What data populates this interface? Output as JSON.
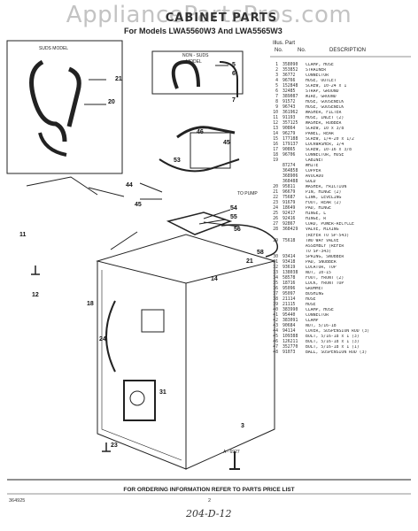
{
  "watermark": "AppliancePartsPros.com",
  "title": "CABINET PARTS",
  "models": "For Models LWA5560W3 And LWA5565W3",
  "headers": {
    "illus": "Illus. Part",
    "no": "No.",
    "no2": "No.",
    "desc": "DESCRIPTION"
  },
  "diagram_labels": {
    "suds_model": "SUDS MODEL",
    "non_suds": "NON - SUDS",
    "model": "MODEL",
    "to_pump": "TO PUMP",
    "drawing_no": "A - 6927"
  },
  "parts": [
    {
      "n": "1",
      "p": "358090",
      "d": "CLAMP, HOSE"
    },
    {
      "n": "2",
      "p": "353852",
      "d": "STRAINER"
    },
    {
      "n": "3",
      "p": "36772",
      "d": "CONNECTOR"
    },
    {
      "n": "4",
      "p": "96766",
      "d": "HOSE, OUTLET"
    },
    {
      "n": "5",
      "p": "152848",
      "d": "SCREW, 10-24 x 1"
    },
    {
      "n": "6",
      "p": "32485",
      "d": "STRAP, GROUND"
    },
    {
      "n": "7",
      "p": "389087",
      "d": "WIRE, GROUND"
    },
    {
      "n": "8",
      "p": "91572",
      "d": "HOSE, GOOSENECK"
    },
    {
      "n": "9",
      "p": "96743",
      "d": "HOSE, GOOSENECK"
    },
    {
      "n": "10",
      "p": "361962",
      "d": "WASHER, FILTER"
    },
    {
      "n": "11",
      "p": "91193",
      "d": "HOSE, INLET (2)"
    },
    {
      "n": "12",
      "p": "357125",
      "d": "WASHER, RUBBER"
    },
    {
      "n": "13",
      "p": "90864",
      "d": "SCREW, 10 x 3/8"
    },
    {
      "n": "14",
      "p": "96279",
      "d": "PANEL, REAR"
    },
    {
      "n": "15",
      "p": "177188",
      "d": "SCREW, 1/4-20 x 1/2"
    },
    {
      "n": "16",
      "p": "179137",
      "d": "LOCKWASHER, 1/4"
    },
    {
      "n": "17",
      "p": "90865",
      "d": "SCREW, 10-16 x 3/8"
    },
    {
      "n": "18",
      "p": "96706",
      "d": "CONNECTOR, HOSE"
    },
    {
      "n": "19",
      "p": "",
      "d": "CABINET"
    },
    {
      "n": "",
      "p": "87274",
      "d": "WHITE"
    },
    {
      "n": "",
      "p": "364858",
      "d": "COPPER"
    },
    {
      "n": "",
      "p": "368906",
      "d": "AVOCADO"
    },
    {
      "n": "",
      "p": "368488",
      "d": "GOLD"
    },
    {
      "n": "20",
      "p": "95811",
      "d": "WASHER, FRICTION"
    },
    {
      "n": "21",
      "p": "96679",
      "d": "PIN, HINGE (2)"
    },
    {
      "n": "22",
      "p": "75687",
      "d": "LINK, LEVELING"
    },
    {
      "n": "23",
      "p": "91679",
      "d": "FOOT, REAR (2)"
    },
    {
      "n": "24",
      "p": "18649",
      "d": "PAD, HINGE"
    },
    {
      "n": "25",
      "p": "92417",
      "d": "HINGE, L"
    },
    {
      "n": "26",
      "p": "92416",
      "d": "HINGE, R"
    },
    {
      "n": "27",
      "p": "92867",
      "d": "CORD, POWER-RECYCLE"
    },
    {
      "n": "28",
      "p": "368429",
      "d": "VALVE, MIXING"
    },
    {
      "n": "",
      "p": "",
      "d": "(REFER TO SP-543)"
    },
    {
      "n": "29",
      "p": "75618",
      "d": "TWO WAY VALVE"
    },
    {
      "n": "",
      "p": "",
      "d": "ASSEMBLY (REFER"
    },
    {
      "n": "",
      "p": "",
      "d": "TO SP-343)"
    },
    {
      "n": "30",
      "p": "93414",
      "d": "SPRING, SNUBBER"
    },
    {
      "n": "31",
      "p": "93418",
      "d": "PAD, SNUBBER"
    },
    {
      "n": "32",
      "p": "93619",
      "d": "LOCATOR, TOP"
    },
    {
      "n": "33",
      "p": "138038",
      "d": "NUT, 10-15"
    },
    {
      "n": "34",
      "p": "58578",
      "d": "FOOT, FRONT (2)"
    },
    {
      "n": "35",
      "p": "18716",
      "d": "LOCK, FRONT TOP"
    },
    {
      "n": "36",
      "p": "95096",
      "d": "GROMMET"
    },
    {
      "n": "37",
      "p": "95097",
      "d": "BUSHING"
    },
    {
      "n": "38",
      "p": "21114",
      "d": "HOSE"
    },
    {
      "n": "39",
      "p": "21115",
      "d": "HOSE"
    },
    {
      "n": "40",
      "p": "383990",
      "d": "CLAMP, HOSE"
    },
    {
      "n": "41",
      "p": "95440",
      "d": "CONNECTOR"
    },
    {
      "n": "42",
      "p": "383091",
      "d": "CLAMP"
    },
    {
      "n": "43",
      "p": "90684",
      "d": "NUT, 5/16-18"
    },
    {
      "n": "44",
      "p": "94114",
      "d": "COVER, SUSPENSION ROD (3)"
    },
    {
      "n": "45",
      "p": "109388",
      "d": "BOLT, 5/16-18 x 1 (3)"
    },
    {
      "n": "46",
      "p": "126211",
      "d": "BOLT, 5/16-18 x 1 (3)"
    },
    {
      "n": "47",
      "p": "352770",
      "d": "BOLT, 5/16-18 x 1 (1)"
    },
    {
      "n": "48",
      "p": "91073",
      "d": "BALL, SUSPENSION ROD (3)"
    }
  ],
  "footer": {
    "note": "FOR ORDERING INFORMATION REFER TO PARTS PRICE LIST",
    "left": "364925",
    "page": "2",
    "handwritten": "204-D-12"
  }
}
